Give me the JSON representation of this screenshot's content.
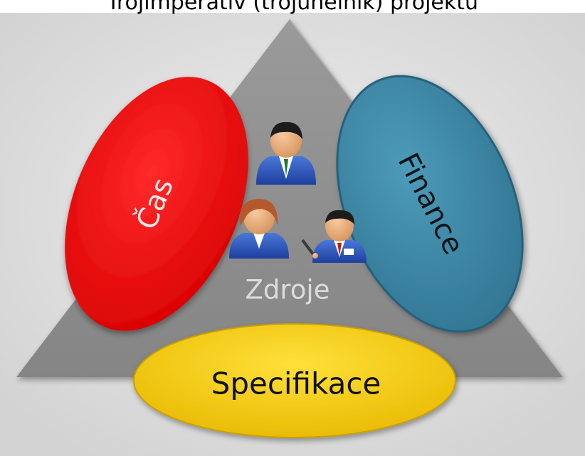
{
  "header": {
    "title_fragment": "Trojimperativ (trojúhelník) projektu"
  },
  "diagram": {
    "labels": {
      "time": "Čas",
      "finance": "Finance",
      "resources": "Zdroje",
      "specification": "Specifikace"
    },
    "icons": [
      "person-icon",
      "person-icon",
      "person-icon"
    ],
    "colors": {
      "background": "#dcdcdc",
      "triangle": "#8e8e8e",
      "time": "#ee1111",
      "finance": "#3b86a2",
      "specification": "#f3cd00"
    }
  }
}
